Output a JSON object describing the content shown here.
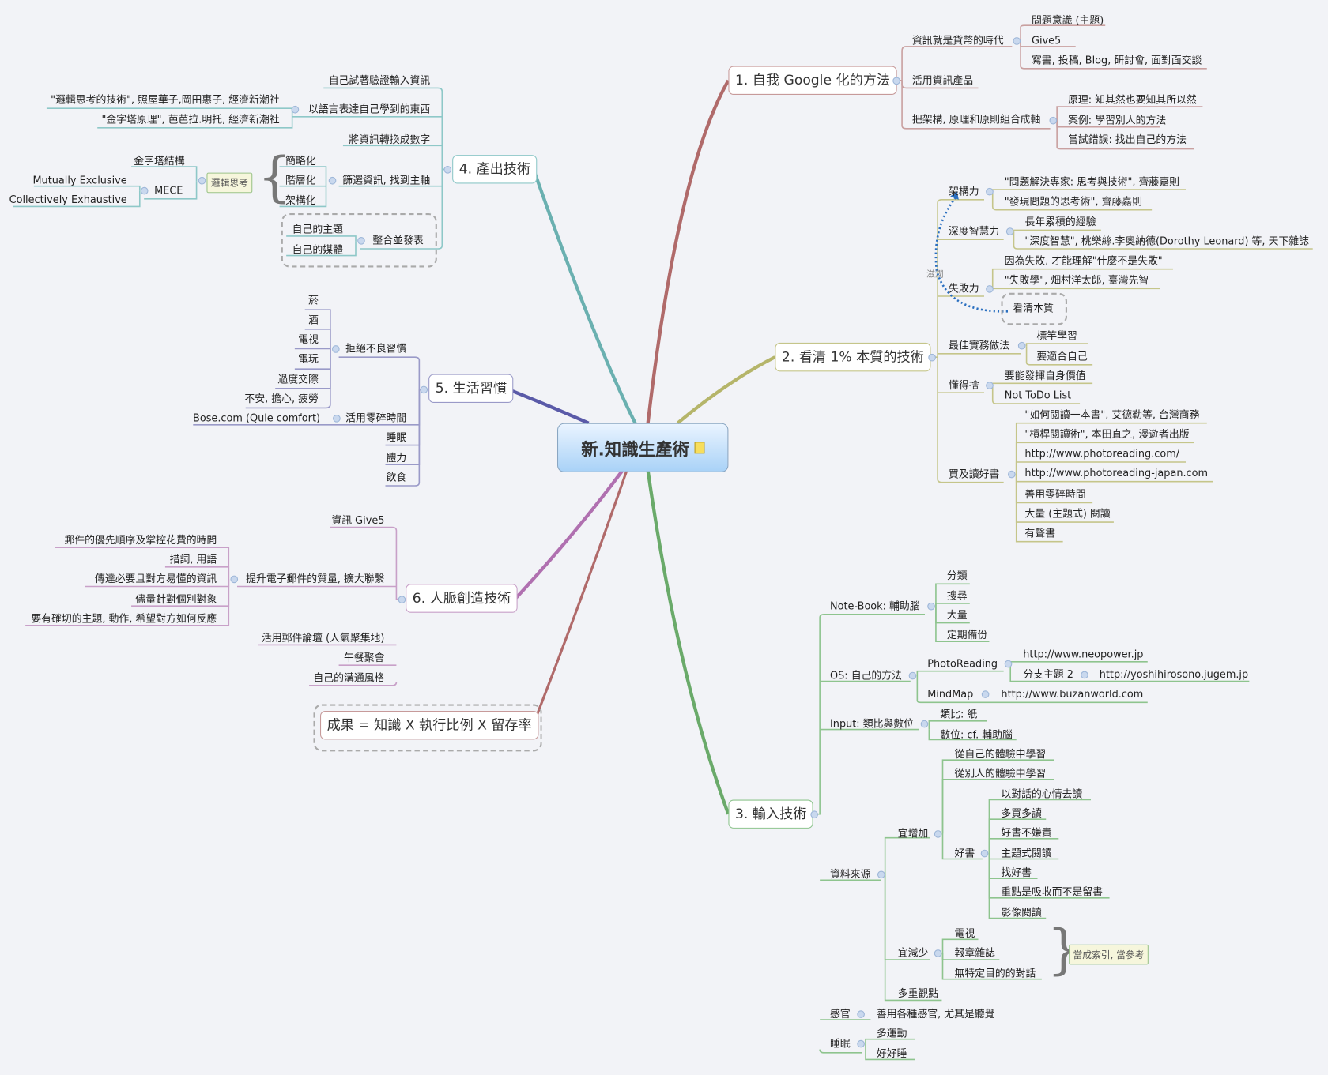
{
  "central": {
    "title": "新.知識生產術",
    "icon": "note-icon"
  },
  "topics": {
    "t1": {
      "title": "1. 自我 Google 化的方法",
      "color": "#b06a6a",
      "children": [
        {
          "label": "資訊就是貨幣的時代",
          "children": [
            "問題意識 (主題)",
            "Give5",
            "寫書, 投稿, Blog, 研討會, 面對面交談"
          ]
        },
        {
          "label": "活用資訊產品"
        },
        {
          "label": "把架構, 原理和原則組合成軸",
          "children": [
            "原理: 知其然也要知其所以然",
            "案例: 學習別人的方法",
            "嘗試錯誤: 找出自己的方法"
          ]
        }
      ]
    },
    "t2": {
      "title": "2. 看清  1% 本質的技術",
      "color": "#b5b56a",
      "children": [
        {
          "label": "架構力",
          "children": [
            "\"問題解決專家: 思考與技術\", 齊藤嘉則",
            "\"發現問題的思考術\", 齊藤嘉則"
          ]
        },
        {
          "label": "深度智慧力",
          "children": [
            "長年累積的經驗",
            "\"深度智慧\", 桃樂絲.李奧納德(Dorothy Leonard) 等, 天下雜誌"
          ]
        },
        {
          "label": "失敗力",
          "children": [
            "因為失敗, 才能理解\"什麼不是失敗\"",
            "\"失敗學\", 畑村洋太郎, 臺灣先智",
            "看清本質"
          ]
        },
        {
          "label": "最佳實務做法",
          "children": [
            "標竿學習",
            "要適合自己"
          ]
        },
        {
          "label": "懂得捨",
          "children": [
            "要能發揮自身價值",
            "Not ToDo List"
          ]
        },
        {
          "label": "買及讀好書",
          "children": [
            "\"如何閱讀一本書\", 艾德勒等, 台灣商務",
            "\"槓桿閱讀術\", 本田直之, 漫遊者出版",
            "http://www.photoreading.com/",
            "http://www.photoreading-japan.com",
            "善用零碎時間",
            "大量 (主題式) 閱讀",
            "有聲書"
          ]
        }
      ],
      "relationship_label": "滋潤"
    },
    "t3": {
      "title": "3. 輸入技術",
      "color": "#6aaa6a",
      "children": [
        {
          "label": "Note-Book: 輔助腦",
          "children": [
            "分類",
            "搜尋",
            "大量",
            "定期備份"
          ]
        },
        {
          "label": "OS: 自己的方法",
          "children": [
            {
              "label": "PhotoReading",
              "children": [
                "http://www.neopower.jp",
                "分支主題 2",
                "http://yoshihirosono.jugem.jp"
              ]
            },
            {
              "label": "MindMap",
              "children": [
                "http://www.buzanworld.com"
              ]
            }
          ]
        },
        {
          "label": "Input: 類比與數位",
          "children": [
            "類比: 紙",
            "數位: cf. 輔助腦"
          ]
        },
        {
          "label": "資料來源",
          "children": [
            {
              "label": "宜增加",
              "children": [
                "從自己的體驗中學習",
                "從別人的體驗中學習",
                {
                  "label": "好書",
                  "children": [
                    "以對話的心情去讀",
                    "多買多讀",
                    "好書不嫌貴",
                    "主題式閱讀",
                    "找好書",
                    "重點是吸收而不是留書",
                    "影像閱讀"
                  ]
                }
              ]
            },
            {
              "label": "宜減少",
              "children": [
                "電視",
                "報章雜誌",
                "無特定目的的對話"
              ],
              "summary": "當成索引, 當參考"
            },
            {
              "label": "多重觀點"
            }
          ]
        },
        {
          "label": "感官",
          "children": [
            "善用各種感官, 尤其是聽覺"
          ]
        },
        {
          "label": "睡眠",
          "children": [
            "多運動",
            "好好睡"
          ]
        }
      ]
    },
    "t4": {
      "title": "4. 產出技術",
      "color": "#6ab0b0",
      "children": [
        {
          "label": "自己試著驗證輸入資訊"
        },
        {
          "label": "以語言表達自己學到的東西",
          "children": [
            "\"邏輯思考的技術\", 照屋華子,岡田惠子, 經濟新潮社",
            "\"金字塔原理\", 芭芭拉.明托, 經濟新潮社"
          ]
        },
        {
          "label": "將資訊轉換成數字"
        },
        {
          "label": "篩選資訊, 找到主軸",
          "children": [
            "簡略化",
            "階層化",
            "架構化"
          ],
          "summary": "邏輯思考",
          "summary_children": [
            "金字塔結構",
            {
              "label": "MECE",
              "children": [
                "Mutually Exclusive",
                "Collectively Exhaustive"
              ]
            }
          ]
        },
        {
          "label": "整合並發表",
          "children": [
            "自己的主題",
            "自己的媒體"
          ]
        }
      ]
    },
    "t5": {
      "title": "5. 生活習慣",
      "color": "#5a5aa8",
      "children": [
        {
          "label": "拒絕不良習慣",
          "children": [
            "菸",
            "酒",
            "電視",
            "電玩",
            "過度交際",
            "不安, 擔心, 疲勞"
          ]
        },
        {
          "label": "活用零碎時間",
          "children": [
            "Bose.com (Quie comfort)"
          ]
        },
        {
          "label": "睡眠"
        },
        {
          "label": "體力"
        },
        {
          "label": "飲食"
        }
      ]
    },
    "t6": {
      "title": "6. 人脈創造技術",
      "color": "#b070b0",
      "children": [
        {
          "label": "資訊 Give5"
        },
        {
          "label": "提升電子郵件的質量, 擴大聯繫",
          "children": [
            "郵件的優先順序及掌控花費的時間",
            "措詞, 用語",
            "傳達必要且對方易懂的資訊",
            "儘量針對個別對象",
            "要有確切的主題, 動作, 希望對方如何反應"
          ]
        },
        {
          "label": "活用郵件論壇 (人氣聚集地)"
        },
        {
          "label": "午餐聚會"
        },
        {
          "label": "自己的溝通風格"
        }
      ]
    },
    "t7": {
      "title": "成果 = 知識 X 執行比例 X 留存率",
      "color": "#b06a6a"
    }
  }
}
